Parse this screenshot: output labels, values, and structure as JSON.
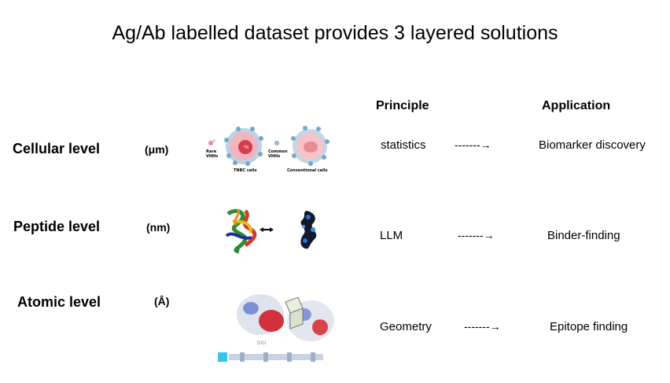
{
  "title": "Ag/Ab labelled dataset provides 3 layered solutions",
  "headers": {
    "principle": "Principle",
    "application": "Application"
  },
  "rows": [
    {
      "level": "Cellular level",
      "unit": "(μm)",
      "principle": "statistics",
      "arrow": "-------→",
      "application": "Biomarker discovery"
    },
    {
      "level": "Peptide level",
      "unit": "(nm)",
      "principle": "LLM",
      "arrow": "-------→",
      "application": "Binder-finding"
    },
    {
      "level": "Atomic level",
      "unit": "(Å)",
      "principle": "Geometry",
      "arrow": "-------→",
      "application": "Epitope finding"
    }
  ],
  "cell_figure": {
    "rare_label": "Rare VHHs",
    "common_label": "Common VHHs",
    "tnbc_label": "TNBC cells",
    "conventional_label": "Conventional cells",
    "tn_cell_text": "TN"
  },
  "icons": {
    "cells": "cells-illustration",
    "peptide": "protein-structure-illustration",
    "atomic": "molecular-surface-illustration"
  }
}
